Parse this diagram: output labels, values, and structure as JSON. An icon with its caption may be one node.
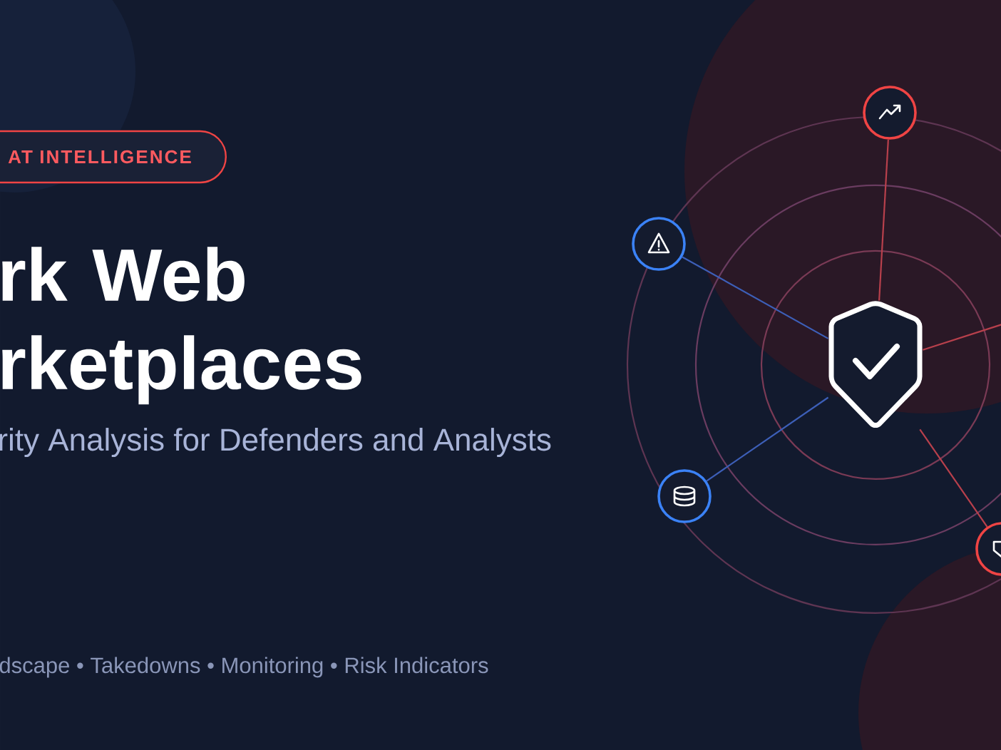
{
  "diagram": {
    "title": "rk Web rketplaces",
    "nodes": [
      {
        "text": [
          "AT INTELLIGENCE"
        ]
      },
      {
        "text": [],
        "shape": "circle"
      },
      {
        "text": [],
        "shape": "circle"
      },
      {
        "text": [],
        "shape": "shield"
      },
      {
        "text": [],
        "shape": "circle"
      },
      {
        "text": [],
        "shape": "circle"
      }
    ],
    "edges": [
      {
        "from": 3,
        "to": 1,
        "arrow": "none"
      },
      {
        "from": 3,
        "to": 2,
        "arrow": "none",
        "color": "#3d5fb8"
      },
      {
        "from": 3,
        "to": 4,
        "arrow": "none",
        "color": "#3d5fb8"
      },
      {
        "from": 3,
        "to": 5,
        "arrow": "none"
      },
      {
        "from": 3,
        "to": null,
        "arrow": "none"
      }
    ],
    "labels": [
      "rity Analysis for Defenders and Analysts",
      "dscape • Takedowns • Monitoring • Risk Indicators"
    ]
  }
}
